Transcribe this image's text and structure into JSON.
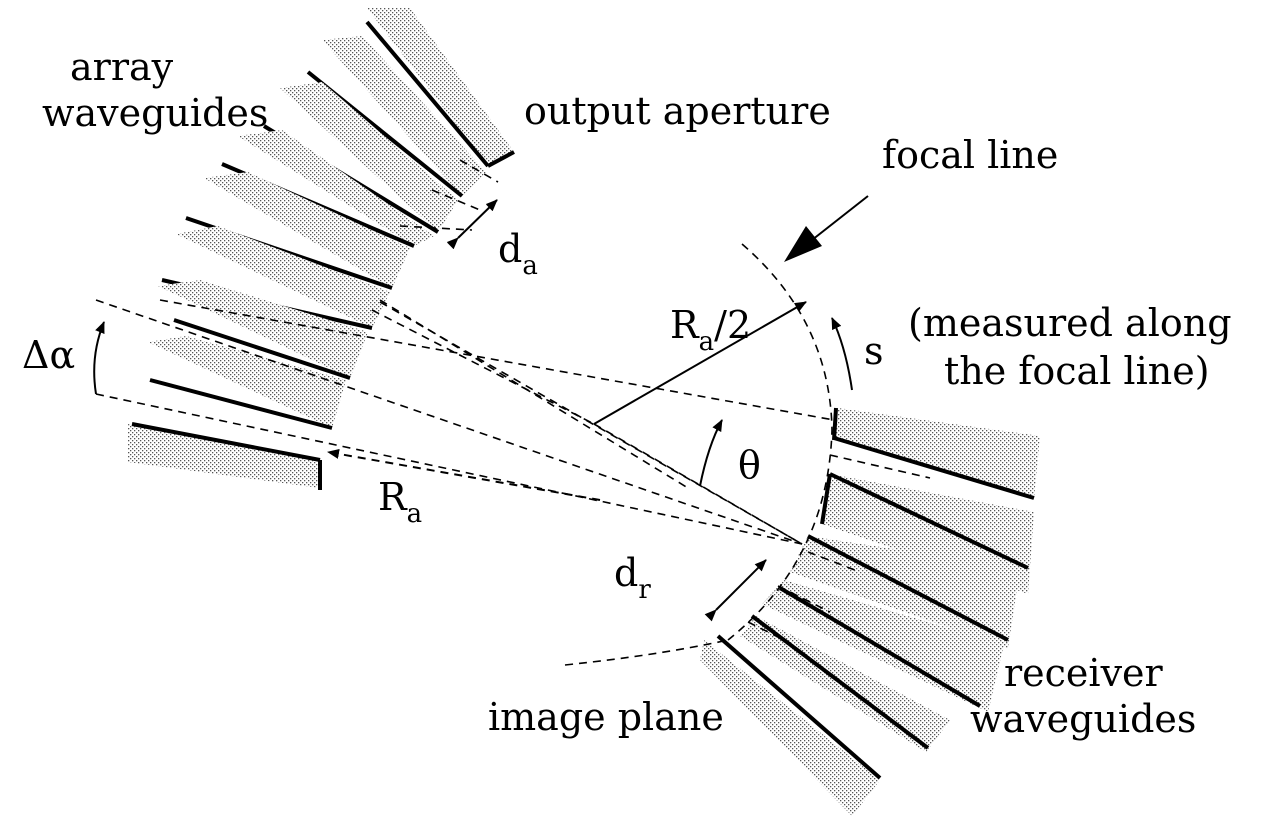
{
  "labels": {
    "array_line1": "array",
    "array_line2": "waveguides",
    "output_aperture": "output aperture",
    "focal_line": "focal line",
    "da_main": "d",
    "da_sub": "a",
    "ra2_main": "R",
    "ra2_sub": "a",
    "ra2_tail": "/2",
    "measured_line1": "(measured along",
    "measured_line2": "the focal line)",
    "s": "s",
    "delta_alpha": "Δα",
    "theta": "θ",
    "ra_main": "R",
    "ra_sub": "a",
    "dr_main": "d",
    "dr_sub": "r",
    "image_plane": "image plane",
    "receiver_line1": "receiver",
    "receiver_line2": "waveguides"
  }
}
